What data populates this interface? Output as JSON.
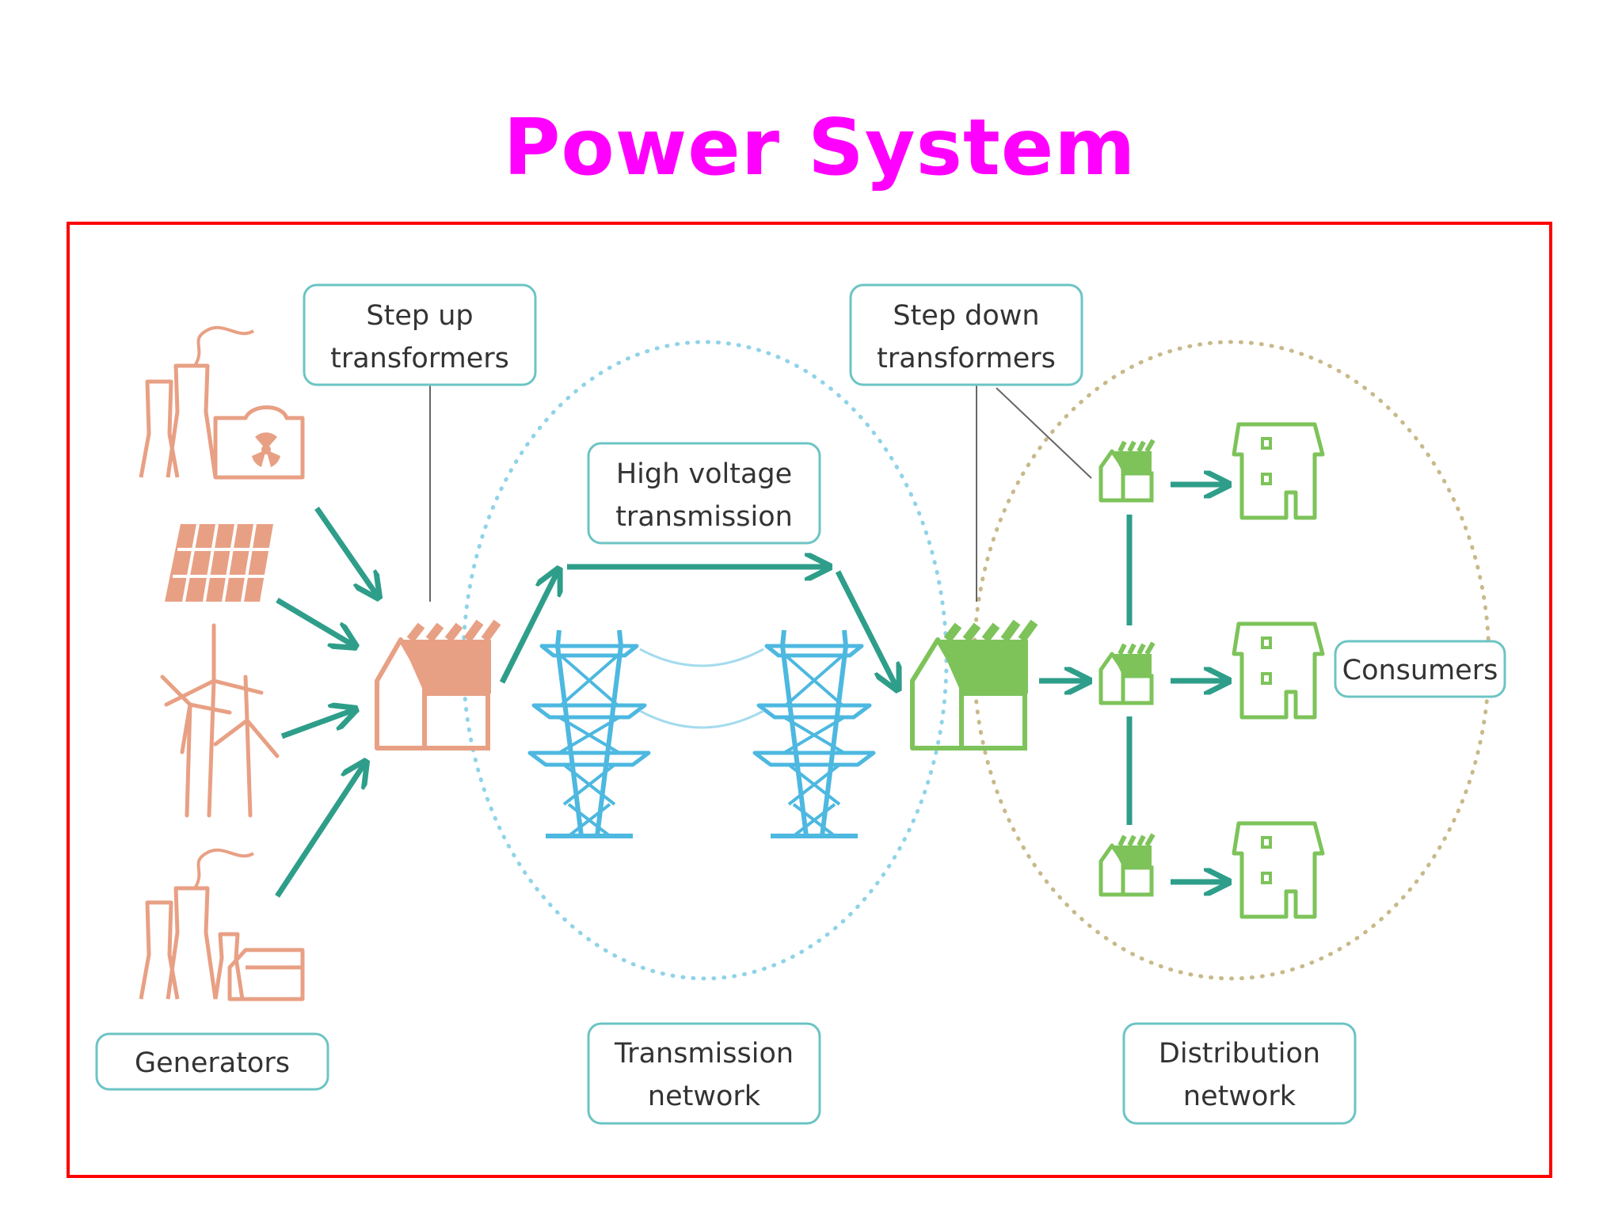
{
  "title": "Power System",
  "labels": {
    "step_up": [
      "Step up",
      "transformers"
    ],
    "step_down": [
      "Step down",
      "transformers"
    ],
    "high_voltage": [
      "High voltage",
      "transmission"
    ],
    "consumers": [
      "Consumers"
    ],
    "generators": [
      "Generators"
    ],
    "transmission_network": [
      "Transmission",
      "network"
    ],
    "distribution_network": [
      "Distribution",
      "network"
    ]
  },
  "colors": {
    "title": "#ff00ff",
    "frame": "#ff0000",
    "generation": "#e8a084",
    "transmission": "#4db8e0",
    "distribution": "#7dc35a",
    "arrow": "#2e9e8a",
    "label_border": "#6cc4c4"
  },
  "icons": {
    "generators": [
      "nuclear-plant-icon",
      "solar-panel-icon",
      "wind-turbine-icon",
      "thermal-plant-icon"
    ],
    "step_up": "substation-icon",
    "towers": "transmission-tower-icon",
    "step_down": "substation-icon",
    "distribution": "small-substation-icon",
    "consumers": "house-icon"
  }
}
